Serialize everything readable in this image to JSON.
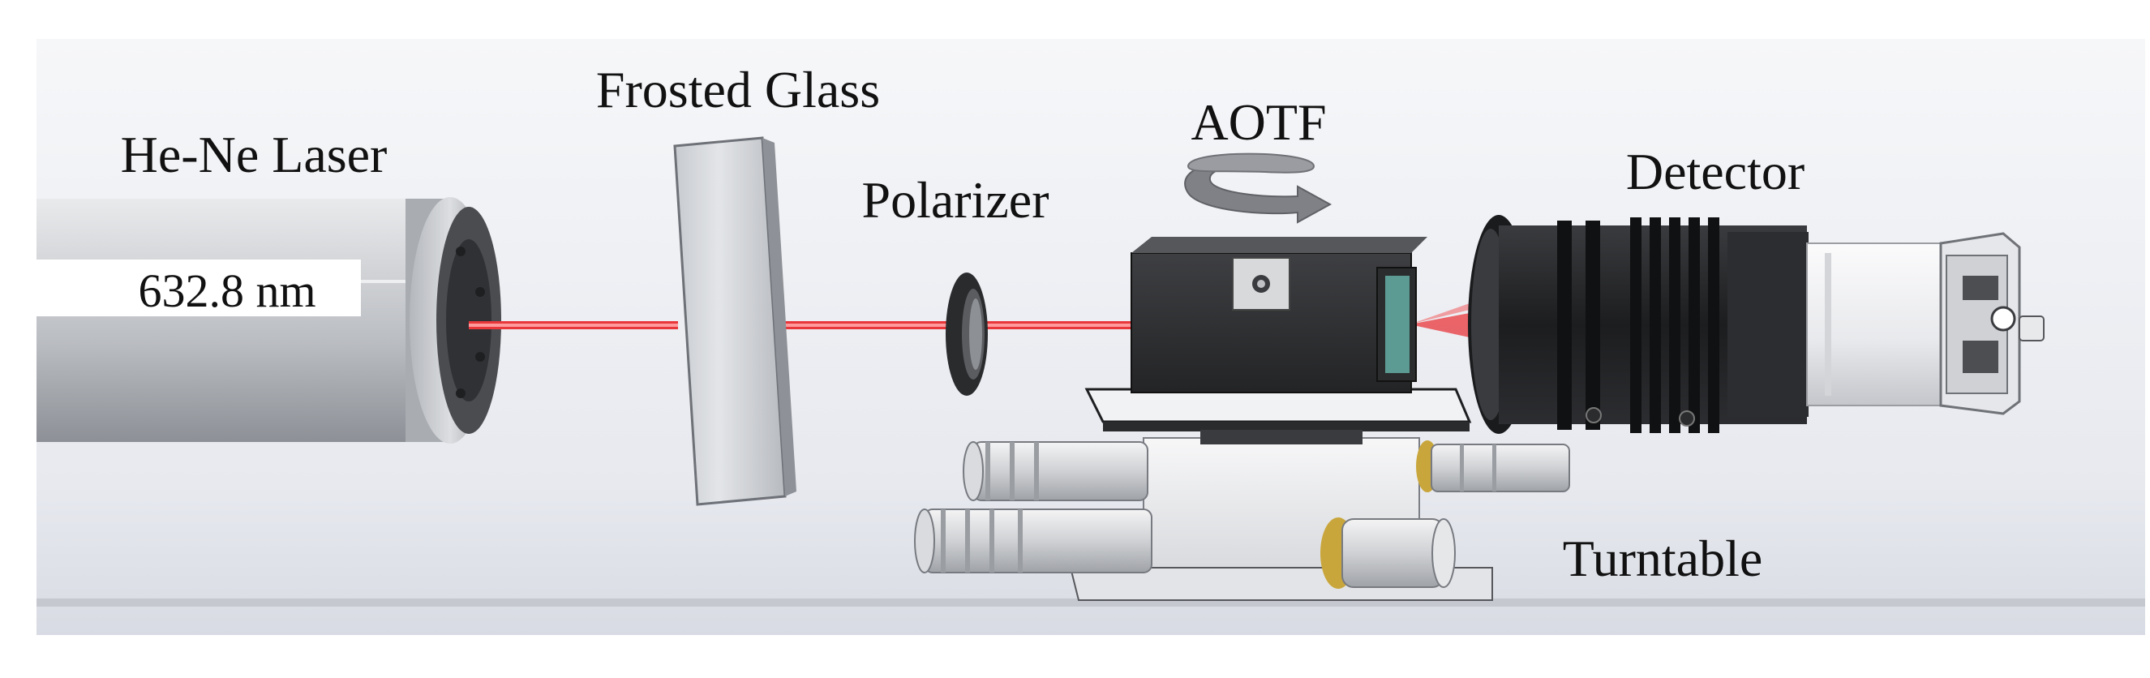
{
  "labels": {
    "laser": "He-Ne Laser",
    "wavelength": "632.8 nm",
    "frosted_glass": "Frosted Glass",
    "polarizer": "Polarizer",
    "aotf": "AOTF",
    "detector": "Detector",
    "turntable": "Turntable"
  },
  "colors": {
    "beam": "#e8363a",
    "background_top": "#f4f5f8",
    "background_bottom": "#dfe2ea",
    "laser_body": "#c9ccd1",
    "aotf_body": "#2e2f31",
    "lens_body": "#1e1f21",
    "camera_body": "#f2f3f5",
    "brass": "#c9a63c"
  },
  "icons": {
    "rotation_arrow": "rotate-arrow-icon",
    "screw": "screw-icon"
  }
}
